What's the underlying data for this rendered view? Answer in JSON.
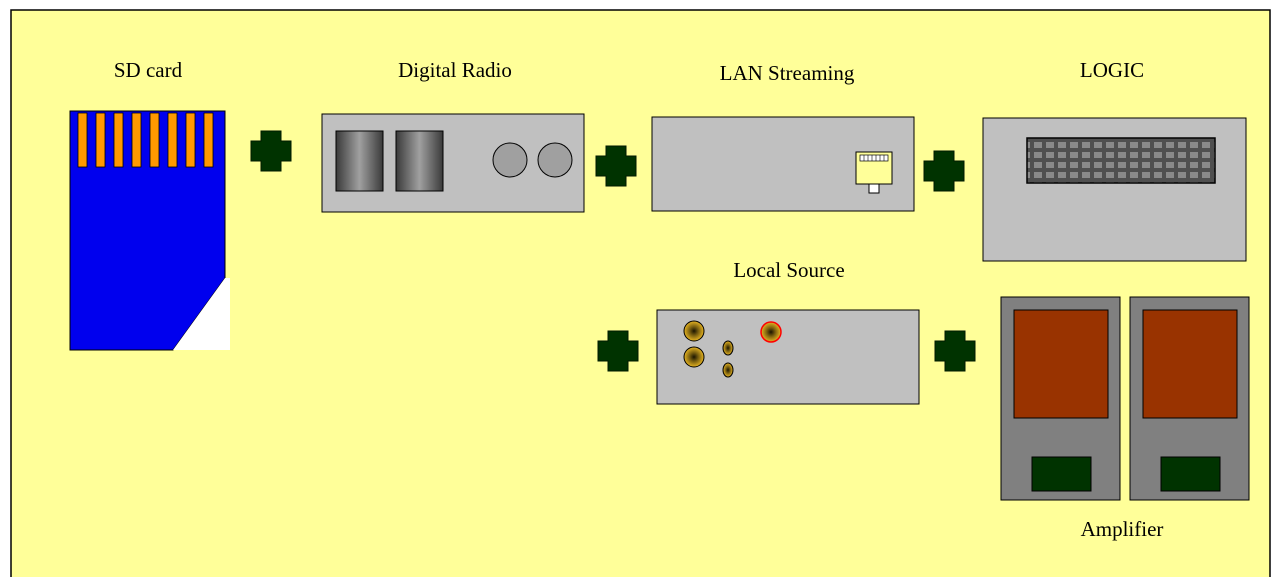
{
  "labels": {
    "sd_card": "SD card",
    "digital_radio": "Digital Radio",
    "lan_streaming": "LAN Streaming",
    "logic": "LOGIC",
    "local_source": "Local Source",
    "amplifier": "Amplifier"
  },
  "colors": {
    "background": "#ffff99",
    "border": "#000000",
    "module_fill": "#c0c0c0",
    "connector": "#003300",
    "sd_card_body": "#0000ee",
    "sd_card_contacts": "#ff9900",
    "amp_body": "#808080",
    "amp_panel": "#993300",
    "amp_terminal": "#003300",
    "rca_gold": "#d4a017",
    "rca_red_ring": "#ff0000"
  },
  "icons": {
    "connector": "plus-shaped-connector",
    "ethernet": "rj45-port-icon",
    "logic_header": "pin-header-icon"
  }
}
